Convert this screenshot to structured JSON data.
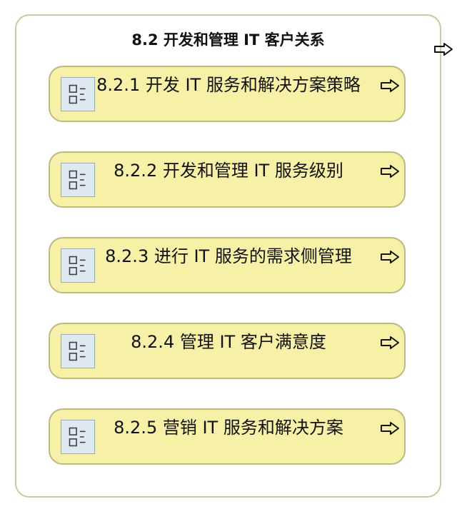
{
  "container": {
    "title": "8.2 开发和管理 IT 客户关系",
    "arrow_icon": "hollow-right-arrow-icon"
  },
  "items": [
    {
      "label": "8.2.1 开发 IT 服务和解决方案策略",
      "icon": "process-list-icon",
      "arrow_icon": "hollow-right-arrow-icon"
    },
    {
      "label": "8.2.2 开发和管理 IT 服务级别",
      "icon": "process-list-icon",
      "arrow_icon": "hollow-right-arrow-icon"
    },
    {
      "label": "8.2.3 进行 IT 服务的需求侧管理",
      "icon": "process-list-icon",
      "arrow_icon": "hollow-right-arrow-icon"
    },
    {
      "label": "8.2.4 管理 IT 客户满意度",
      "icon": "process-list-icon",
      "arrow_icon": "hollow-right-arrow-icon"
    },
    {
      "label": "8.2.5 营销 IT 服务和解决方案",
      "icon": "process-list-icon",
      "arrow_icon": "hollow-right-arrow-icon"
    }
  ],
  "colors": {
    "item_fill": "#f6f1a6",
    "item_border": "#b9b98a",
    "container_border": "#c9c9a4",
    "icon_fill": "#dfe9f0",
    "icon_border": "#95a8b6"
  }
}
